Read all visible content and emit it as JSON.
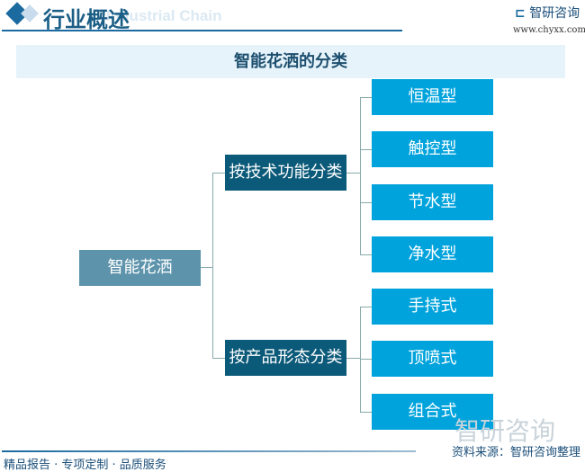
{
  "header": {
    "title": "行业概述",
    "subtitle": "Industrial Chain",
    "logo": "智研咨询",
    "url": "www.chyxx.com"
  },
  "diagram": {
    "title": "智能花洒的分类",
    "root": "智能花洒",
    "branches": [
      {
        "label": "按技术功能分类",
        "children": [
          "恒温型",
          "触控型",
          "节水型",
          "净水型"
        ]
      },
      {
        "label": "按产品形态分类",
        "children": [
          "手持式",
          "顶喷式",
          "组合式"
        ]
      }
    ]
  },
  "footer": {
    "left": "精品报告 · 专项定制 · 品质服务",
    "source": "资料来源：智研咨询整理",
    "watermark": "智研咨询"
  },
  "colors": {
    "root": "#5d93ab",
    "branch": "#0c5a79",
    "leaf": "#00a3dc",
    "accent": "#1b6aa0"
  }
}
